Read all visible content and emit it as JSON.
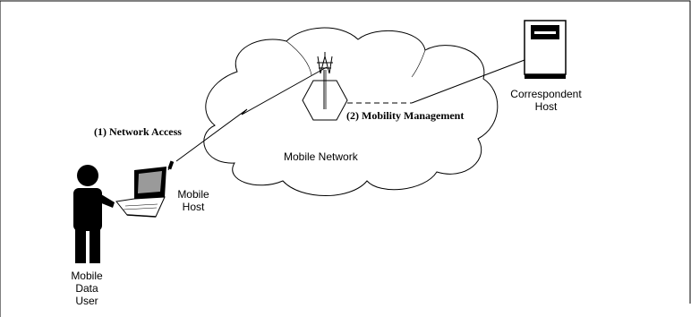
{
  "network": {
    "label": "Mobile Network"
  },
  "steps": {
    "network_access": "(1) Network Access",
    "mobility_management": "(2) Mobility Management"
  },
  "mobile_host": {
    "line1": "Mobile",
    "line2": "Host"
  },
  "correspondent_host": {
    "line1": "Correspondent",
    "line2": "Host"
  },
  "user": {
    "line1": "Mobile",
    "line2": "Data",
    "line3": "User"
  },
  "colors": {
    "line": "#000000",
    "background": "#ffffff",
    "screen": "#9a9a9a",
    "server_panel": "#000000"
  },
  "icons": {
    "user": "person-silhouette-icon",
    "laptop": "laptop-icon",
    "antenna": "radio-antenna-icon",
    "base_station": "hexagon-base-station-icon",
    "server": "server-tower-icon",
    "network": "cloud-icon"
  }
}
